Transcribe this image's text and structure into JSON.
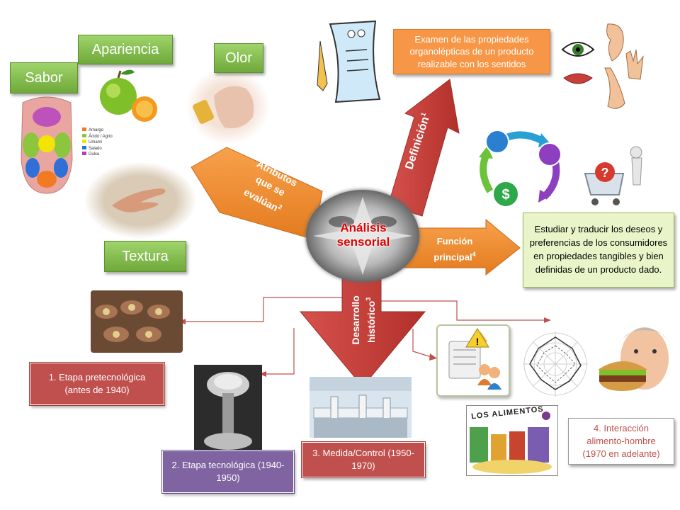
{
  "center": {
    "line1": "Análisis",
    "line2": "sensorial"
  },
  "attributes": {
    "arrow_label": {
      "l1": "Atributos",
      "l2": "que se",
      "l3": "evalúan",
      "sup": "2"
    },
    "sabor": "Sabor",
    "apariencia": "Apariencia",
    "olor": "Olor",
    "textura": "Textura",
    "taste_legend": [
      "Amargo",
      "Ácido / Agrio",
      "Umami",
      "Salado",
      "Dulce"
    ],
    "taste_colors": [
      "#f07b22",
      "#8cc63f",
      "#f2e600",
      "#2f6fd6",
      "#b23fc0"
    ]
  },
  "definition": {
    "arrow_label": "Definición",
    "sup": "1",
    "text": "Examen de las propiedades organolépticas de un producto realizable con los sentidos"
  },
  "function": {
    "arrow_label": {
      "l1": "Función",
      "l2": "principal",
      "sup": "4"
    },
    "text": "Estudiar y traducir los deseos y preferencias de los consumidores en propiedades tangibles y bien definidas de un producto dado."
  },
  "history": {
    "arrow_label": {
      "l1": "Desarrollo",
      "l2": "histórico",
      "sup": "3"
    },
    "stages": [
      "1.   Etapa pretecnológica (antes de 1940)",
      "2. Etapa tecnológica (1940-1950)",
      "3. Medida/Control (1950-1970)",
      "4. Interacción alimento-hombre (1970  en adelante)"
    ]
  },
  "food_sign": "LOS ALIMENTOS",
  "colors": {
    "green": "#77b042",
    "orange": "#f79646",
    "red_arrow": "#c0504d",
    "purple": "#8064a2",
    "red_text": "#e00000"
  }
}
